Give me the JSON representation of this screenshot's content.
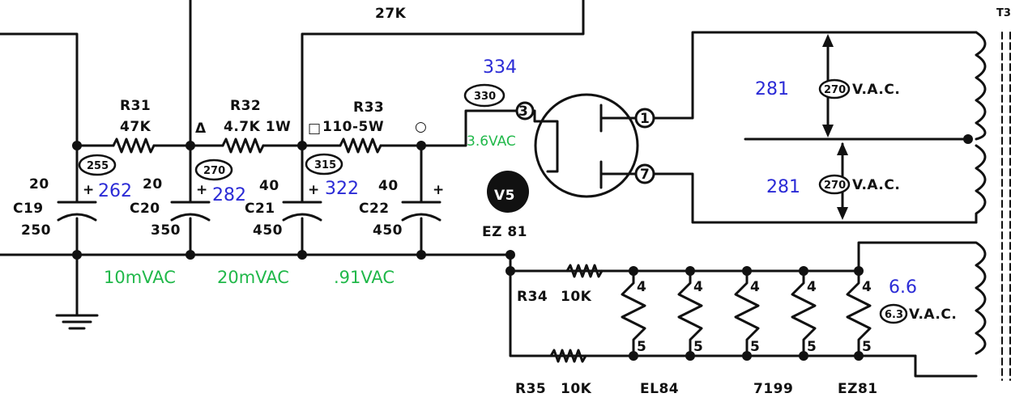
{
  "resistors": {
    "r27k": "27K",
    "r31": {
      "name": "R31",
      "value": "47K"
    },
    "r32": {
      "name": "R32",
      "value": "4.7K 1W"
    },
    "r33": {
      "name": "R33",
      "value": "110-5W"
    },
    "r34": {
      "name": "R34",
      "value": "10K"
    },
    "r35": {
      "name": "R35",
      "value": "10K"
    }
  },
  "capacitors": {
    "c19": {
      "name": "C19",
      "cap": "20",
      "volt": "250"
    },
    "c20": {
      "name": "C20",
      "cap": "20",
      "volt": "350"
    },
    "c21": {
      "name": "C21",
      "cap": "40",
      "volt": "450"
    },
    "c22": {
      "name": "C22",
      "cap": "40",
      "volt": "450"
    }
  },
  "tube": {
    "name": "V5",
    "type": "EZ 81",
    "pin_plate1": "1",
    "pin_plate2": "7",
    "pin_cathode": "3"
  },
  "transformer": {
    "name": "T3",
    "vac_label": "V.A.C.",
    "hv_upper": "270",
    "hv_lower": "270",
    "filament": "6.3"
  },
  "printed_voltages": {
    "cathode": "330",
    "c19": "255",
    "c20": "270",
    "c21": "315"
  },
  "node_markers": {
    "a": "Δ",
    "b": "□",
    "c": "○"
  },
  "heaters": {
    "pin_top": "4",
    "pin_bottom": "5",
    "tubes": [
      "EL84",
      "7199",
      "EZ81"
    ]
  },
  "measured_dc": {
    "cathode": "334",
    "c19": "262",
    "c20": "282",
    "c21": "322",
    "hv_upper": "281",
    "hv_lower": "281",
    "filament": "6.6"
  },
  "measured_ripple": {
    "cathode": "3.6VAC",
    "c20": "10mVAC",
    "c21": "20mVAC",
    "c22": ".91VAC"
  },
  "colors": {
    "ink": "#111111",
    "measured_dc": "#2b2bd6",
    "measured_ripple": "#21b84a"
  }
}
